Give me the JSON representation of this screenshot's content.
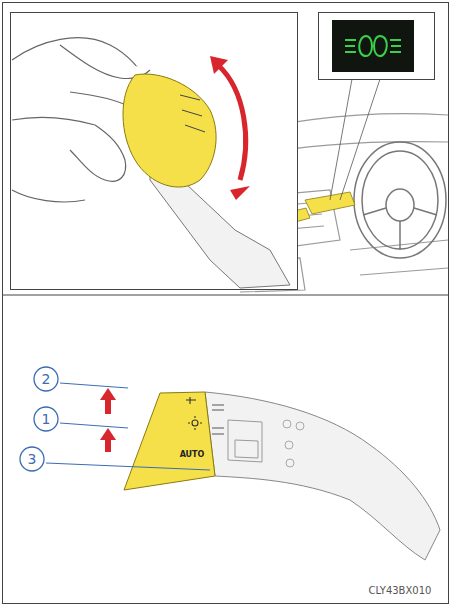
{
  "diagram": {
    "labels": [
      "2",
      "1",
      "3",
      "AUTO",
      "CLY43BX010"
    ]
  }
}
